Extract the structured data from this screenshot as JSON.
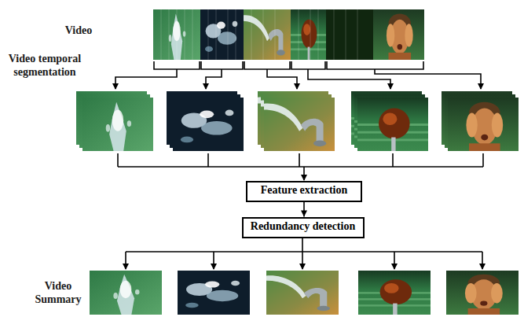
{
  "diagram": {
    "nodes": [
      {
        "text": [
          "Feature extraction"
        ]
      },
      {
        "text": [
          "Redundancy detection"
        ]
      }
    ],
    "edges": [
      {
        "from": 0,
        "to": 1,
        "arrow": "to"
      }
    ],
    "labels": [
      "Video",
      "Video temporal segmentation",
      "Video Summary"
    ]
  }
}
